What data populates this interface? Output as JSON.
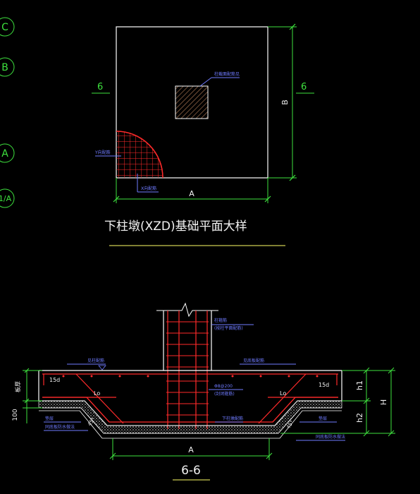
{
  "axes": {
    "c": "C",
    "b": "B",
    "a": "A",
    "one_a": "1/A"
  },
  "plan": {
    "section_mark_left": "6",
    "section_mark_right": "6",
    "dim_b": "B",
    "dim_a": "A",
    "note_column": "柱截面配筋见",
    "note_y_rebar": "Y向配筋",
    "note_x_rebar": "X向配筋",
    "title": "下柱墩(XZD)基础平面大样"
  },
  "section": {
    "note_top_rebar": "见柱配筋",
    "note_stirrup_1": "柱箍筋",
    "note_stirrup_2": "(按柱平面配筋)",
    "note_top_right": "见底板配筋",
    "note_inner_1": "Φ8@200",
    "note_inner_2": "(封闭箍筋)",
    "note_x_rebar": "下柱墩配筋",
    "lo_left": "Lo",
    "lo_right": "Lo",
    "d15_left": "15d",
    "d15_right": "15d",
    "dim_h1": "h1",
    "dim_h2": "h2",
    "dim_H": "H",
    "dim_left_top": "板厚",
    "dim_left_bottom": "100",
    "note_left_bottom_1": "垫层",
    "note_left_bottom_2": "同底板防水做法",
    "note_right_bottom_1": "垫层",
    "note_right_bottom_2": "同底板防水做法",
    "slope_left": "45°",
    "slope_right": "45°",
    "dim_a": "A",
    "title": "6-6"
  },
  "colors": {
    "background": "#000000",
    "outline": "#ffffff",
    "rebar": "#ff2a2a",
    "dimension": "#3ee23e",
    "note": "#6f7bff",
    "break_line": "#ffff66"
  }
}
